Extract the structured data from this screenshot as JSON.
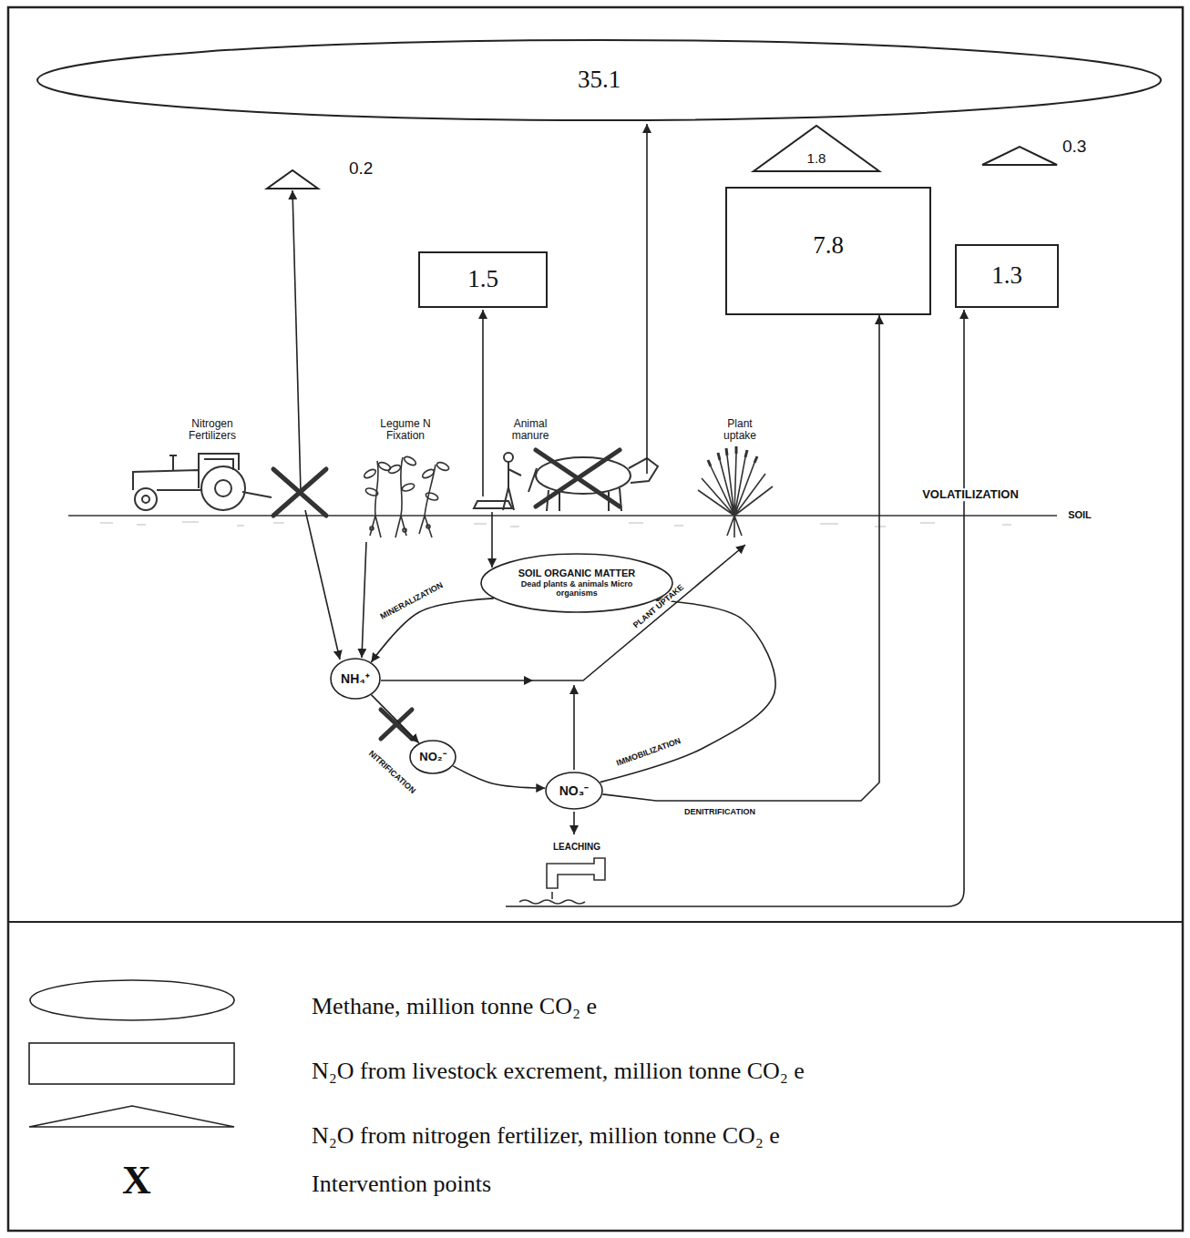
{
  "diagram": {
    "nodes": [
      {
        "text": [
          "35.1"
        ]
      },
      {
        "text": [
          "0.2"
        ]
      },
      {
        "text": [
          "1.8"
        ]
      },
      {
        "text": [
          "0.3"
        ]
      },
      {
        "text": [
          "1.5"
        ]
      },
      {
        "text": [
          "7.8"
        ]
      },
      {
        "text": [
          "1.3"
        ]
      },
      {
        "text": [
          "SOIL ORGANIC MATTER",
          "Dead plants & animals Micro organisms"
        ]
      },
      {
        "text": [
          "NH₄⁺"
        ]
      },
      {
        "text": [
          "NO₂⁻"
        ]
      },
      {
        "text": [
          "NO₃⁻"
        ]
      }
    ],
    "edges": [
      {
        "from": 7,
        "to": 8,
        "arrow": "to",
        "label": "MINERALIZATION"
      },
      {
        "from": 8,
        "to": 9,
        "arrow": "to",
        "label": "NITRIFICATION"
      },
      {
        "from": 9,
        "to": 10,
        "arrow": "to"
      },
      {
        "from": 10,
        "to": 7,
        "arrow": "to",
        "label": "IMMOBILIZATION"
      },
      {
        "from": 10,
        "to": 5,
        "arrow": "to",
        "label": "DENITRIFICATION"
      }
    ],
    "labels": [
      "Nitrogen Fertilizers",
      "Legume N Fixation",
      "Animal manure",
      "Plant uptake",
      "VOLATILIZATION",
      "SOIL",
      "PLANT UPTAKE",
      "LEACHING",
      "X"
    ],
    "legend": [
      {
        "text": "Methane, million tonne CO₂ e"
      },
      {
        "text": "N₂O from livestock excrement, million tonne CO₂ e"
      },
      {
        "text": "N₂O from nitrogen fertilizer, million tonne CO₂ e"
      },
      {
        "text": "Intervention points"
      }
    ]
  }
}
